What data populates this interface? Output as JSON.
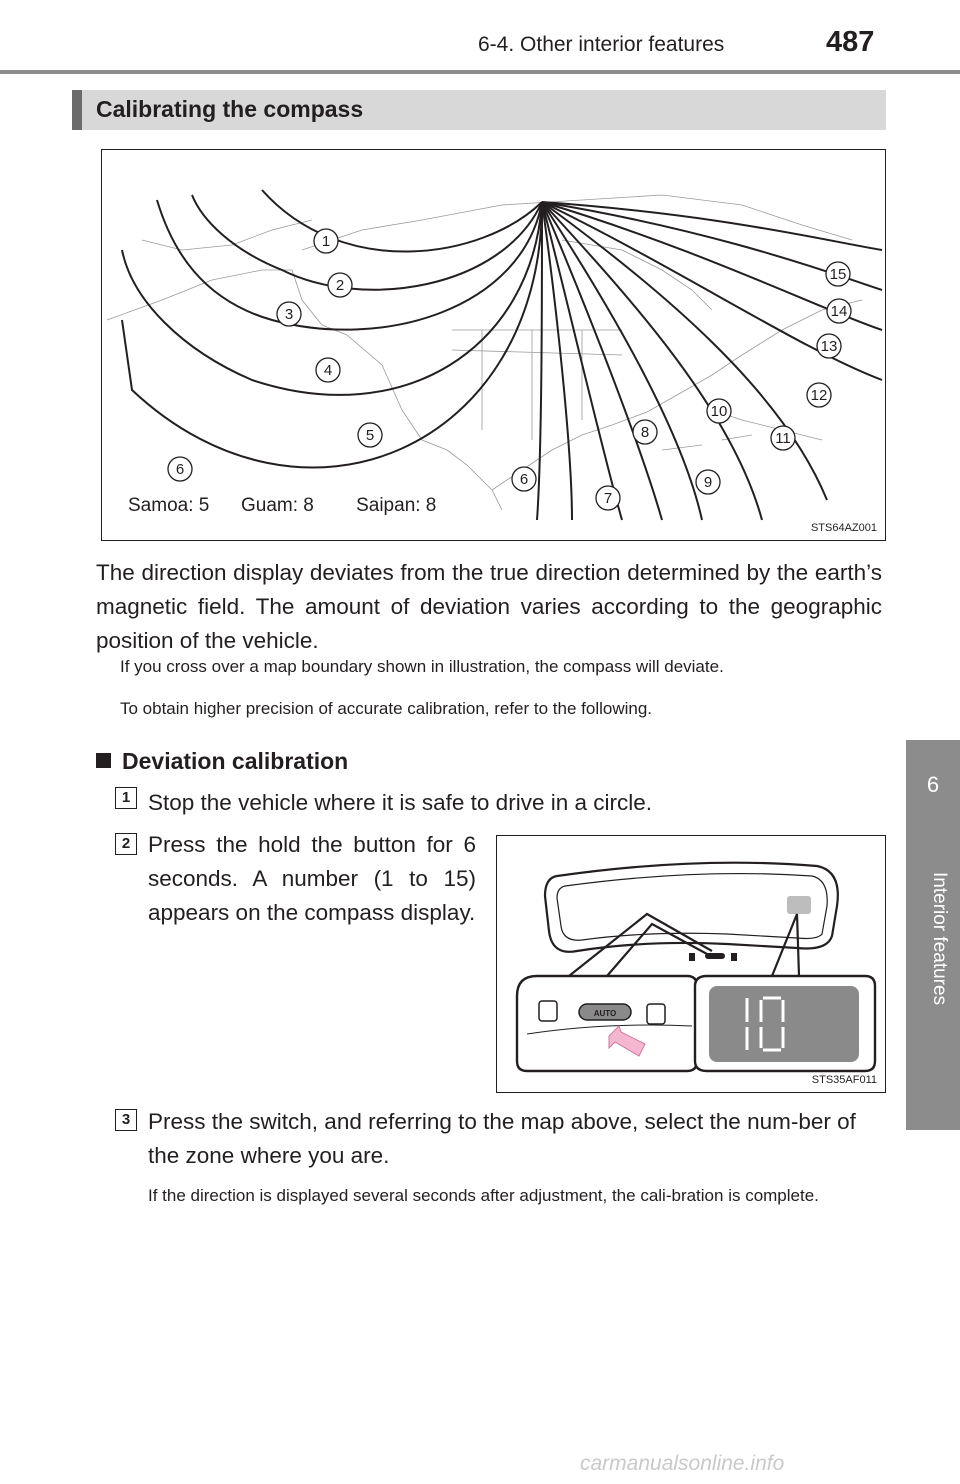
{
  "header": {
    "section_label": "6-4. Other interior features",
    "page_number": "487"
  },
  "side_tab": {
    "chapter_number": "6",
    "chapter_title": "Interior features"
  },
  "section": {
    "title": "Calibrating the compass"
  },
  "map_figure": {
    "zone_labels": [
      "1",
      "2",
      "3",
      "4",
      "5",
      "6",
      "6",
      "7",
      "8",
      "9",
      "10",
      "11",
      "12",
      "13",
      "14",
      "15"
    ],
    "caption": "Samoa: 5      Guam: 8        Saipan: 8",
    "figure_id": "STS64AZ001"
  },
  "intro_paragraph": "The direction display deviates from the true direction determined by the earth’s magnetic field. The amount of deviation varies according to the geographic position of the vehicle.",
  "notes": [
    "If you cross over a map boundary shown in illustration, the compass will deviate.",
    "To obtain higher precision of accurate calibration, refer to the following."
  ],
  "subheading": "Deviation calibration",
  "steps": [
    {
      "number": "1",
      "text": "Stop the vehicle where it is safe to drive in a circle."
    },
    {
      "number": "2",
      "text": "Press the hold the button for 6 seconds. A number (1 to 15) appears on the compass display."
    },
    {
      "number": "3",
      "text": "Press the switch, and referring to the map above, select the num-ber of the zone where you are.",
      "note": "If the direction is displayed several seconds after adjustment, the cali-bration is complete."
    }
  ],
  "mirror_figure": {
    "button_label": "AUTO",
    "display_value": "10",
    "figure_id": "STS35AF011"
  },
  "footer": {
    "watermark": "carmanualsonline.info"
  },
  "colors": {
    "tab_gray": "#8c8c8c",
    "title_bar": "#d8d8d8",
    "display_gray": "#8a8a8a",
    "arrow_pink": "#f4b7cf"
  }
}
